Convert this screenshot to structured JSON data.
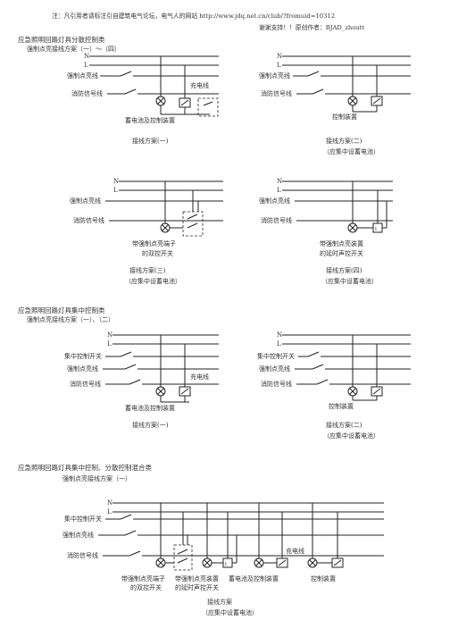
{
  "header": {
    "note": "注：凡引用者请标注引自建筑电气论坛，电气人的网站 http://www.jdq.net.cn/club/?fromuid=10312",
    "thanks": "谢谢支持！！原创作者：BJAD_zhoutt"
  },
  "labels": {
    "N": "N",
    "L": "L",
    "forced_on": "强制点亮线",
    "fire_signal": "消防信号线",
    "central_switch": "集中控制开关",
    "charge_line": "充电线",
    "battery_ctrl": "蓄电池及控制装置",
    "ctrl_device": "控制装置",
    "dual_switch_l1": "带强制点亮端子",
    "dual_switch_l2": "的双控开关",
    "delay_switch_l1": "带强制点亮装置",
    "delay_switch_l2": "的延时声控开关",
    "central_battery": "（应集中设蓄电池）"
  },
  "sections": [
    {
      "title": "应急照明回路灯具分散控制类",
      "subtitle": "强制点亮接线方案（一）～（四）"
    },
    {
      "title": "应急照明回路灯具集中控制类",
      "subtitle": "强制点亮接线方案（一）、（二）"
    },
    {
      "title": "应急照明回路灯具集中控制、分散控制混合类",
      "subtitle": "强制点亮接线方案（一）"
    }
  ],
  "schemes": {
    "s1_1": "接线方案(一)",
    "s1_2": "接线方案(二)",
    "s1_3": "接线方案(三)",
    "s1_4": "接线方案(四)",
    "s2_1": "接线方案(一)",
    "s2_2": "接线方案(二)",
    "s3": "接线方案"
  }
}
